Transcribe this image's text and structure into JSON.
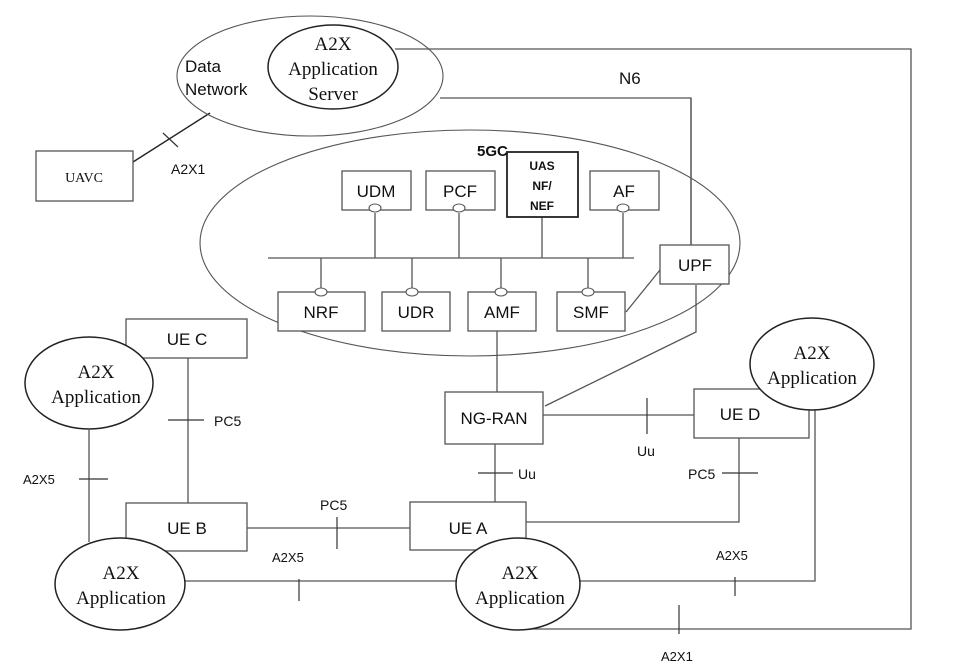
{
  "diagram": {
    "data_network": {
      "label_line1": "Data",
      "label_line2": "Network"
    },
    "application_server": {
      "line1": "A2X",
      "line2": "Application",
      "line3": "Server"
    },
    "core": {
      "label": "5GC",
      "functions_top": [
        "UDM",
        "PCF",
        "AF"
      ],
      "uas": {
        "line1": "UAS",
        "line2": "NF/",
        "line3": "NEF"
      },
      "functions_bottom": [
        "NRF",
        "UDR",
        "AMF",
        "SMF"
      ],
      "upf": "UPF"
    },
    "uavc": "UAVC",
    "ng_ran": "NG-RAN",
    "ues": {
      "a": "UE A",
      "b": "UE B",
      "c": "UE C",
      "d": "UE D"
    },
    "application": {
      "line1": "A2X",
      "line2": "Application"
    },
    "interfaces": {
      "n6": "N6",
      "a2x1_top": "A2X1",
      "a2x1_bottom": "A2X1",
      "a2x5_left": "A2X5",
      "a2x5_mid": "A2X5",
      "a2x5_right": "A2X5",
      "pc5_c_b": "PC5",
      "pc5_b_a": "PC5",
      "pc5_d_a": "PC5",
      "uu_ran_a": "Uu",
      "uu_ran_d": "Uu"
    }
  }
}
